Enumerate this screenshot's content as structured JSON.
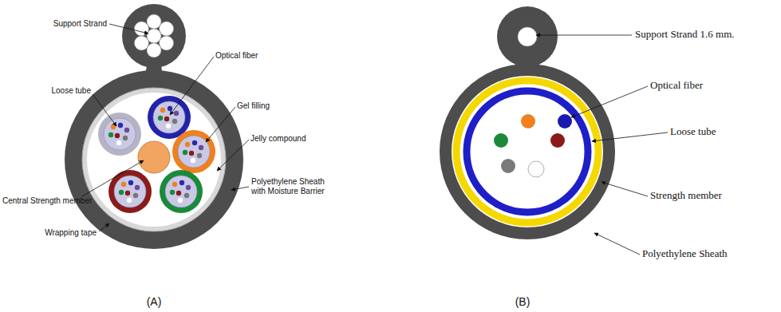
{
  "diagram": {
    "labels": [
      "Support Strand",
      "Optical fiber",
      "Loose tube",
      "Gel filling",
      "Jelly compound",
      "Central Strength member",
      "Polyethylene Sheath with Moisture Barrier",
      "Wrapping tape",
      "(A)",
      "Support Strand 1.6 mm.",
      "Optical fiber",
      "Loose tube",
      "Strength member",
      "Polyethylene Sheath",
      "(B)"
    ]
  }
}
